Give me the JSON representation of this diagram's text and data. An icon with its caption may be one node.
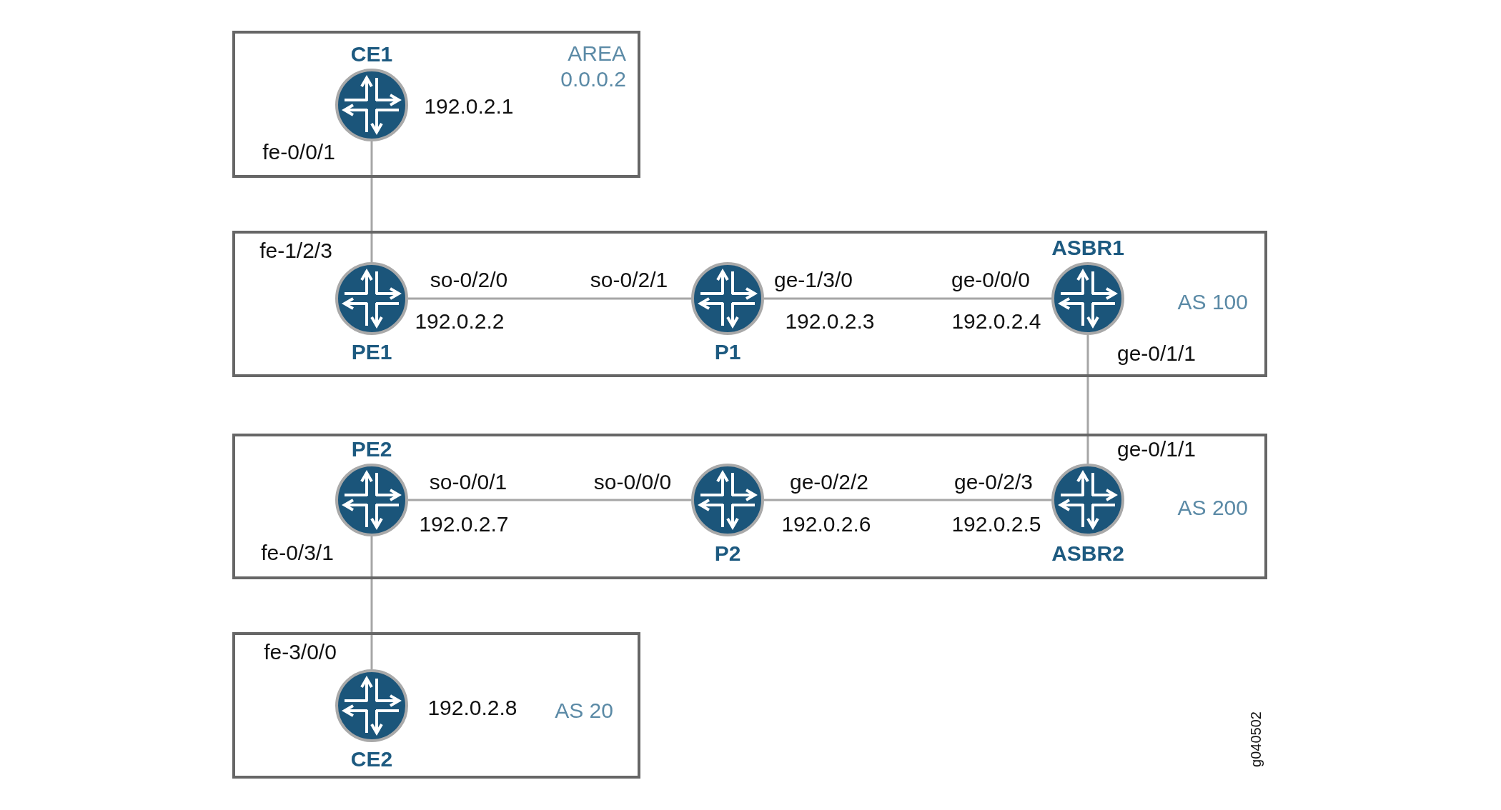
{
  "diagram": {
    "nodes": [
      {
        "text": [
          "AREA 0.0.0.2"
        ]
      },
      {
        "text": [
          "CE1"
        ],
        "in": 0,
        "beside": [
          "192.0.2.1",
          "fe-0/0/1"
        ]
      },
      {
        "text": [
          "AS 100"
        ]
      },
      {
        "text": [
          "PE1"
        ],
        "in": 2,
        "beside": [
          "192.0.2.2",
          "fe-1/2/3",
          "so-0/2/0"
        ]
      },
      {
        "text": [
          "P1"
        ],
        "in": 2,
        "beside": [
          "192.0.2.3",
          "so-0/2/1",
          "ge-1/3/0"
        ]
      },
      {
        "text": [
          "ASBR1"
        ],
        "in": 2,
        "beside": [
          "192.0.2.4",
          "ge-0/0/0",
          "ge-0/1/1"
        ]
      },
      {
        "text": [
          "AS 200"
        ]
      },
      {
        "text": [
          "PE2"
        ],
        "in": 6,
        "beside": [
          "192.0.2.7",
          "so-0/0/1",
          "fe-0/3/1"
        ]
      },
      {
        "text": [
          "P2"
        ],
        "in": 6,
        "beside": [
          "192.0.2.6",
          "so-0/0/0",
          "ge-0/2/2"
        ]
      },
      {
        "text": [
          "ASBR2"
        ],
        "in": 6,
        "beside": [
          "192.0.2.5",
          "ge-0/1/1",
          "ge-0/2/3"
        ]
      },
      {
        "text": [
          "AS 20"
        ]
      },
      {
        "text": [
          "CE2"
        ],
        "in": 10,
        "beside": [
          "192.0.2.8",
          "fe-3/0/0"
        ]
      }
    ],
    "edges": [
      {
        "from": 1,
        "to": 3,
        "arrow": "none"
      },
      {
        "from": 3,
        "to": 4,
        "arrow": "none"
      },
      {
        "from": 4,
        "to": 5,
        "arrow": "none"
      },
      {
        "from": 5,
        "to": 9,
        "arrow": "none"
      },
      {
        "from": 7,
        "to": 8,
        "arrow": "none"
      },
      {
        "from": 8,
        "to": 9,
        "arrow": "none"
      },
      {
        "from": 7,
        "to": 11,
        "arrow": "none"
      }
    ],
    "labels": [
      "g040502"
    ]
  }
}
